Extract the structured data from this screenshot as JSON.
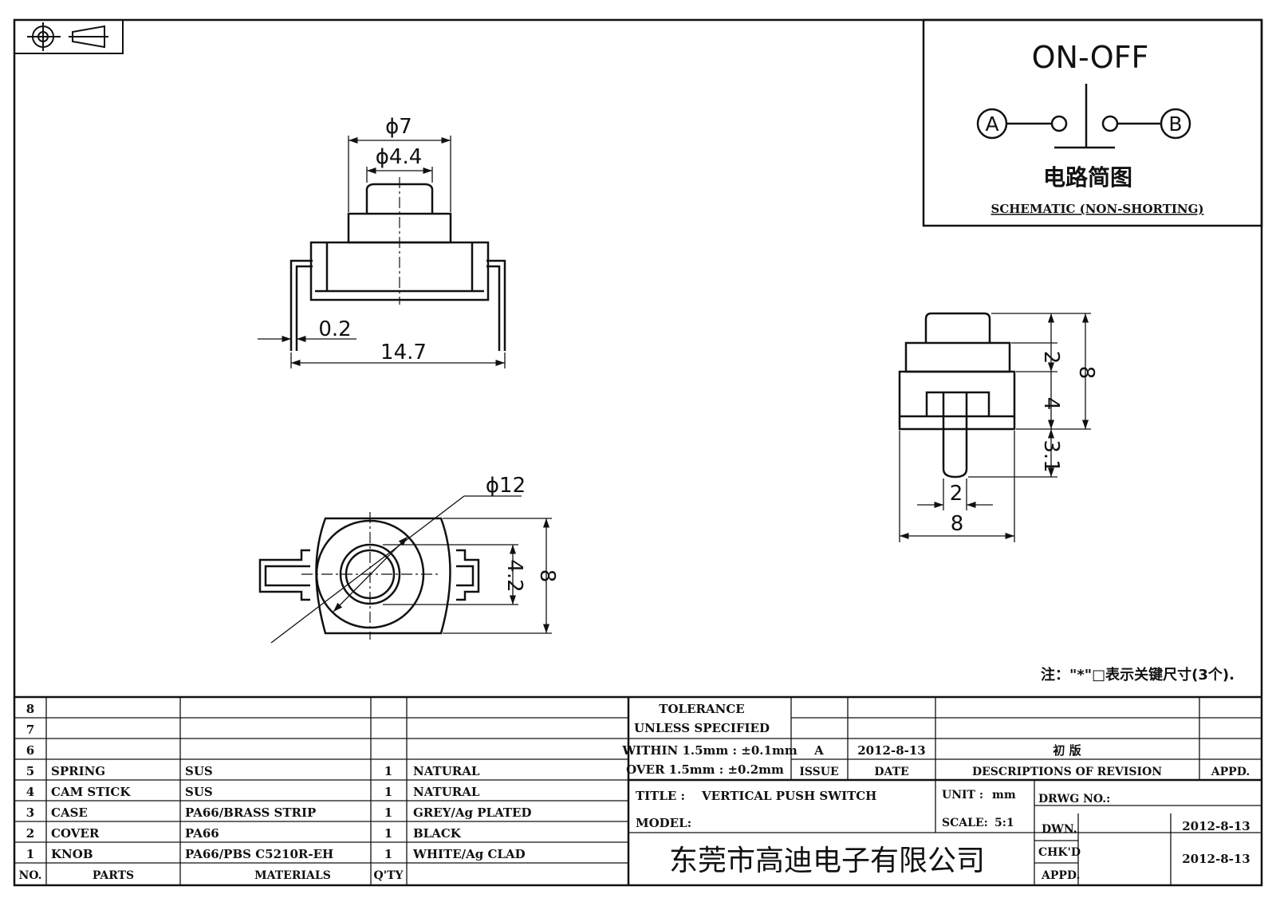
{
  "schematic": {
    "title": "ON-OFF",
    "terminal_a": "A",
    "terminal_b": "B",
    "caption_cn": "电路简图",
    "caption_en": "SCHEMATIC (NON-SHORTING)"
  },
  "front_view": {
    "dim_phi7": "ϕ7",
    "dim_phi44": "ϕ4.4",
    "dim_02": "0.2",
    "dim_147": "14.7"
  },
  "top_view": {
    "dim_phi12": "ϕ12",
    "dim_42": "4.2",
    "dim_8": "8"
  },
  "side_view": {
    "dim_2": "2",
    "dim_8": "8",
    "dim_4": "4",
    "dim_31": "3.1",
    "dim_2b": "2",
    "dim_8b": "8"
  },
  "note": "注：\"*\"□表示关键尺寸(3个).",
  "parts_table": {
    "headers": {
      "no": "NO.",
      "parts": "PARTS",
      "materials": "MATERIALS",
      "qty": "Q'TY"
    },
    "rows": [
      {
        "no": "8",
        "part": "",
        "material": "",
        "qty": "",
        "finish": ""
      },
      {
        "no": "7",
        "part": "",
        "material": "",
        "qty": "",
        "finish": ""
      },
      {
        "no": "6",
        "part": "",
        "material": "",
        "qty": "",
        "finish": ""
      },
      {
        "no": "5",
        "part": "SPRING",
        "material": "SUS",
        "qty": "1",
        "finish": "NATURAL"
      },
      {
        "no": "4",
        "part": "CAM STICK",
        "material": "SUS",
        "qty": "1",
        "finish": "NATURAL"
      },
      {
        "no": "3",
        "part": "CASE",
        "material": "PA66/BRASS STRIP",
        "qty": "1",
        "finish": "GREY/Ag PLATED"
      },
      {
        "no": "2",
        "part": "COVER",
        "material": "PA66",
        "qty": "1",
        "finish": "BLACK"
      },
      {
        "no": "1",
        "part": "KNOB",
        "material": "PA66/PBS C5210R-EH",
        "qty": "1",
        "finish": "WHITE/Ag CLAD"
      }
    ]
  },
  "revision": {
    "tol_1": "TOLERANCE",
    "tol_2": "UNLESS  SPECIFIED",
    "tol_3": "WITHIN 1.5mm : ±0.1mm",
    "tol_4": "OVER 1.5mm : ±0.2mm",
    "issue_value": "A",
    "date_value": "2012-8-13",
    "desc_value": "初  版",
    "issue_label": "ISSUE",
    "date_label": "DATE",
    "desc_label": "DESCRIPTIONS OF REVISION",
    "appd_label": "APPD."
  },
  "title_block": {
    "title_label": "TITLE :",
    "title_value": "VERTICAL PUSH SWITCH",
    "unit_label": "UNIT :",
    "unit_value": "mm",
    "drwg_label": "DRWG NO.:",
    "model_label": "MODEL:",
    "scale_label": "SCALE:",
    "scale_value": "5:1",
    "dwn_label": "DWN.",
    "dwn_date": "2012-8-13",
    "chkd_label": "CHK'D",
    "chkd_date": "2012-8-13",
    "appd_label": "APPD.",
    "company": "东莞市高迪电子有限公司"
  }
}
